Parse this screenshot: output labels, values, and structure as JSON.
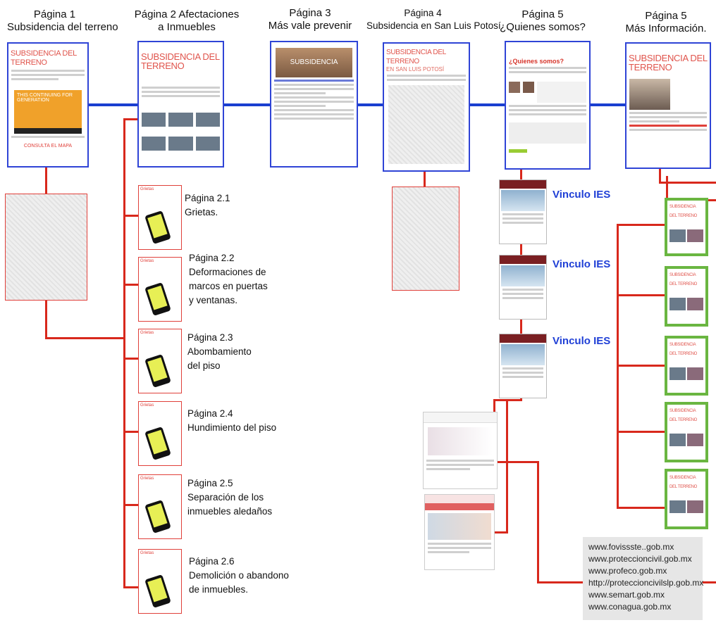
{
  "titles": [
    {
      "line1": "Página 1",
      "line2": "Subsidencia del terreno"
    },
    {
      "line1": "Página 2 Afectaciones",
      "line2": "a Inmuebles"
    },
    {
      "line1": "Página 3",
      "line2": "Más vale prevenir"
    },
    {
      "line1": "Página 4",
      "line2": "Subsidencia en San Luis Potosí"
    },
    {
      "line1": "Página 5",
      "line2": "¿Quienes somos?"
    },
    {
      "line1": "Página 5",
      "line2": "Más Información."
    }
  ],
  "subpages": [
    {
      "line1": "Página 2.1",
      "line2": "Grietas."
    },
    {
      "line1": "Página 2.2",
      "line2": "Deformaciones de",
      "line3": "marcos en puertas",
      "line4": "y ventanas."
    },
    {
      "line1": "Página 2.3",
      "line2": "Abombamiento",
      "line3": "del piso"
    },
    {
      "line1": "Página 2.4",
      "line2": "Hundimiento del piso"
    },
    {
      "line1": "Página 2.5",
      "line2": "Separación de los",
      "line3": "inmuebles aledaños"
    },
    {
      "line1": "Página 2.6",
      "line2": "Demolición o abandono",
      "line3": "de inmuebles."
    }
  ],
  "ies_label": "Vinculo IES",
  "mini_headers": {
    "p1": "SUBSIDENCIA DEL TERRENO",
    "p2": "SUBSIDENCIA DEL TERRENO",
    "p3": "SUBSIDENCIA",
    "p4": "SUBSIDENCIA DEL TERRENO",
    "p4b": "EN SAN LUIS POTOSÍ",
    "p5": "¿Quienes somos?",
    "p6": "SUBSIDENCIA DEL TERRENO",
    "grietas": "Grietas",
    "video": "THIS CONTINUING FOR GENERATION",
    "map_link": "CONSULTA EL MAPA"
  },
  "urls": [
    "www.fovissste..gob.mx",
    "www.proteccioncivil.gob.mx",
    "www.profeco.gob.mx",
    "http://proteccioncivilslp.gob.mx",
    "www.semart.gob.mx",
    "www.conagua.gob.mx"
  ],
  "colors": {
    "connector_red": "#d8281c",
    "connector_blue": "#1a3fd0",
    "frame_blue": "#2f44d6",
    "frame_green": "#6ab641",
    "ies_text": "#1f3fd6"
  }
}
